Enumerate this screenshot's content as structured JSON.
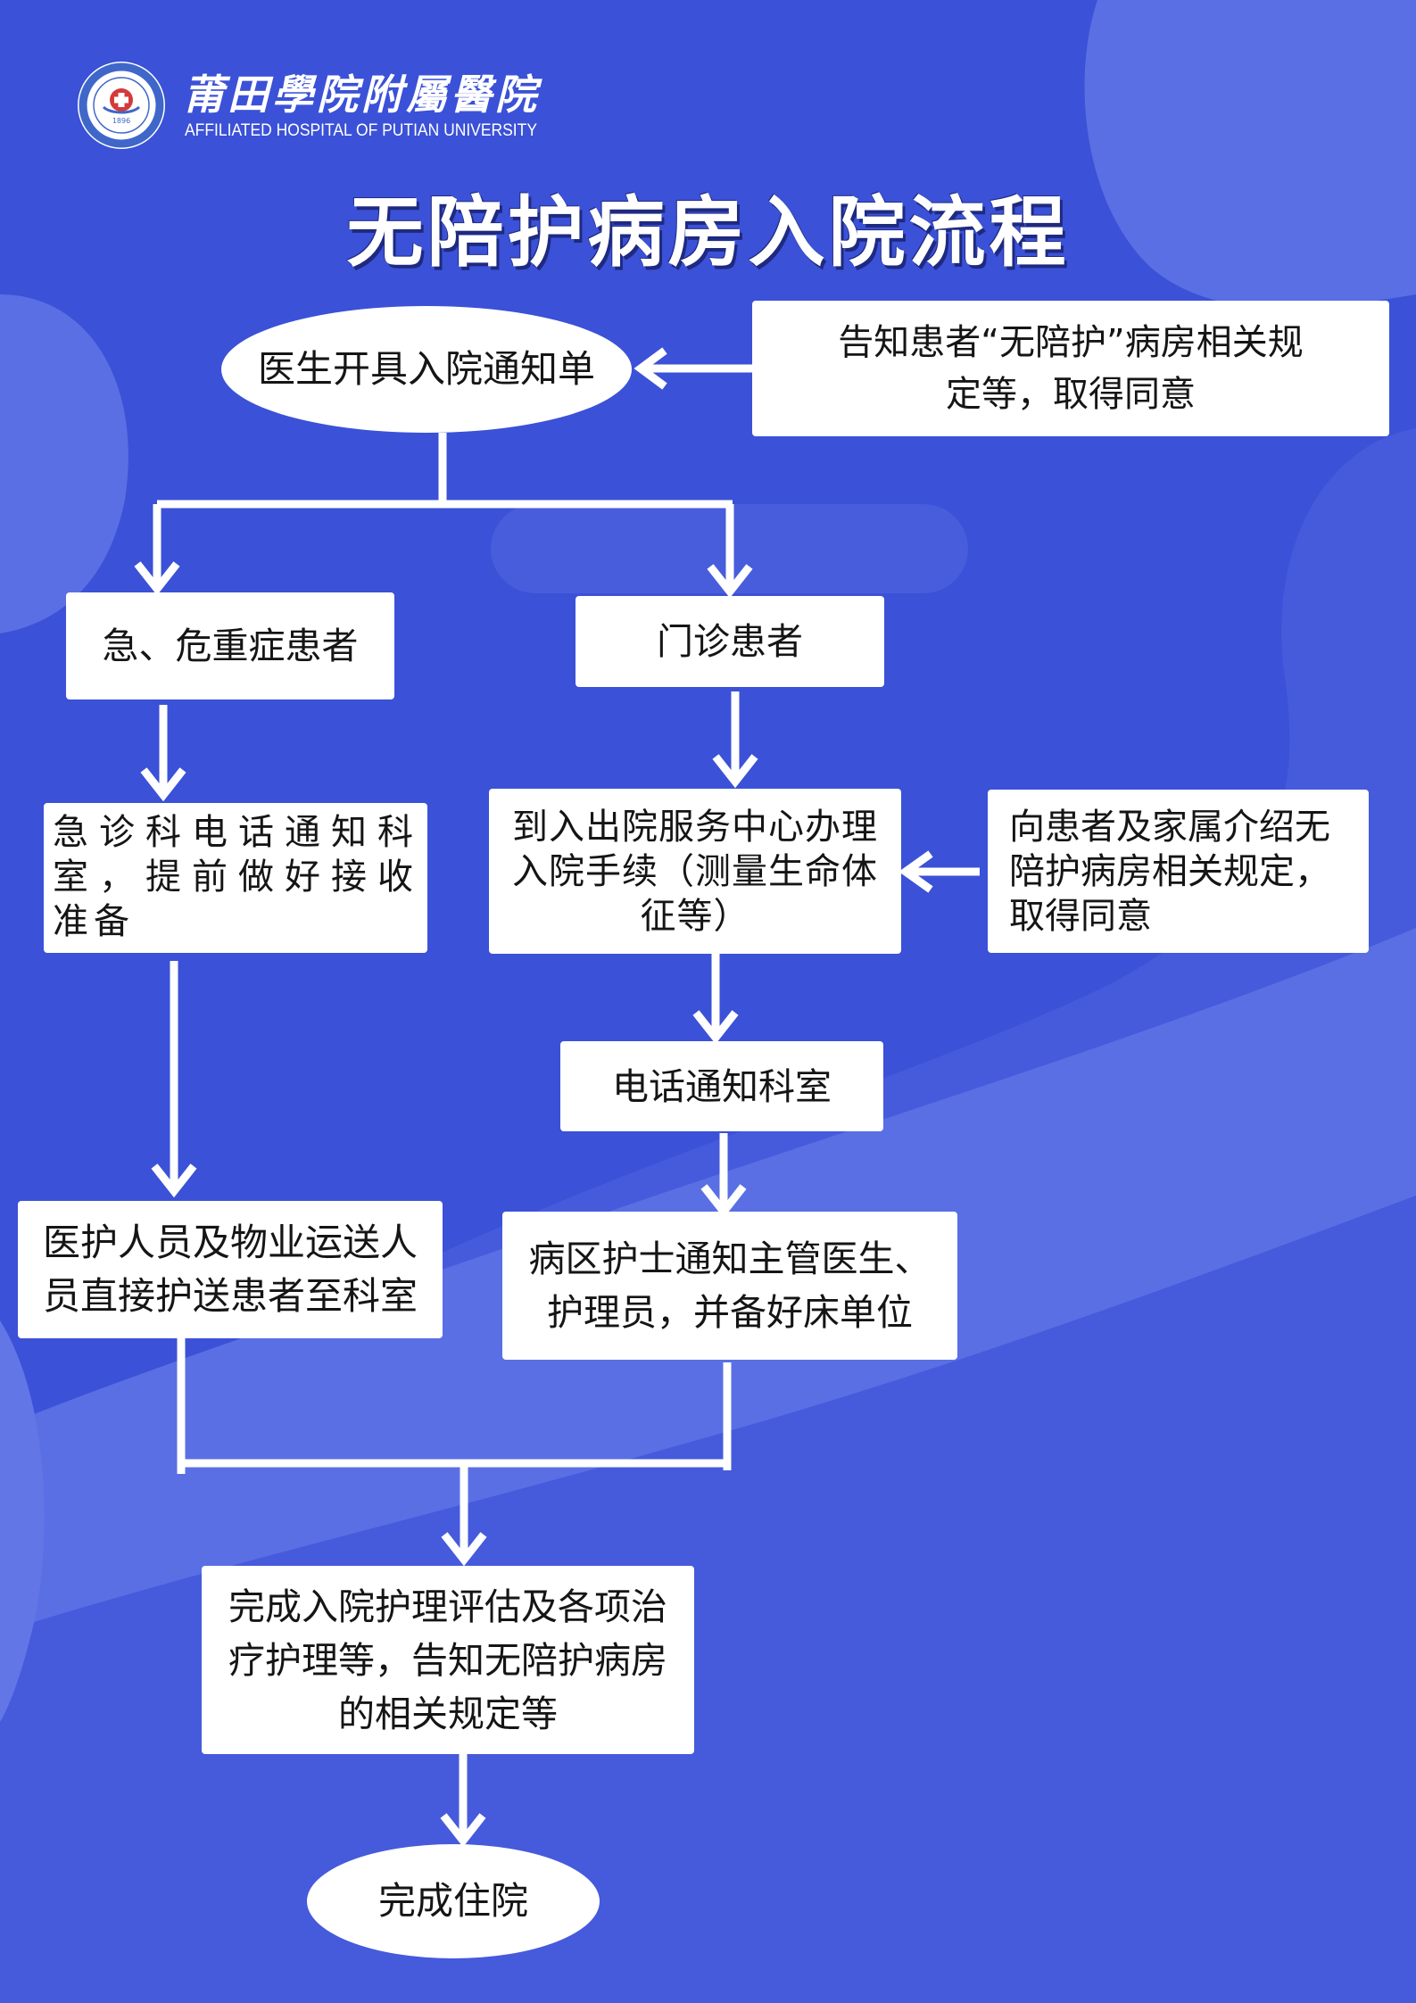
{
  "header": {
    "hospital_name_cn": "莆田學院附屬醫院",
    "hospital_name_en": "AFFILIATED HOSPITAL OF PUTIAN UNIVERSITY",
    "logo_year": "1896",
    "logo_icon": "hospital-seal-icon"
  },
  "title": "无陪护病房入院流程",
  "nodes": {
    "doctor_notice": "医生开具入院通知单",
    "inform_consent_top": "告知患者“无陪护”病房相关规\n定等，取得同意",
    "emergency_patient": "急、危重症患者",
    "outpatient": "门诊患者",
    "er_phone_notify": "急诊科电话通知科室，提前做好接收准备",
    "admission_service": "到入出院服务中心办理\n入院手续（测量生命体\n征等）",
    "inform_family_consent": "向患者及家属介绍无\n陪护病房相关规定，\n取得同意",
    "phone_notify_dept": "电话通知科室",
    "staff_escort": "医护人员及物业运送人\n员直接护送患者至科室",
    "ward_nurse_notify": "病区护士通知主管医生、\n护理员，并备好床单位",
    "nursing_assessment": "完成入院护理评估及各项治\n疗护理等，告知无陪护病房\n的相关规定等",
    "admission_complete": "完成住院"
  },
  "colors": {
    "background": "#3b51d7",
    "blob_light": "#5a6fe4",
    "connector": "#ffffff",
    "box": "#ffffff",
    "text": "#151515"
  }
}
